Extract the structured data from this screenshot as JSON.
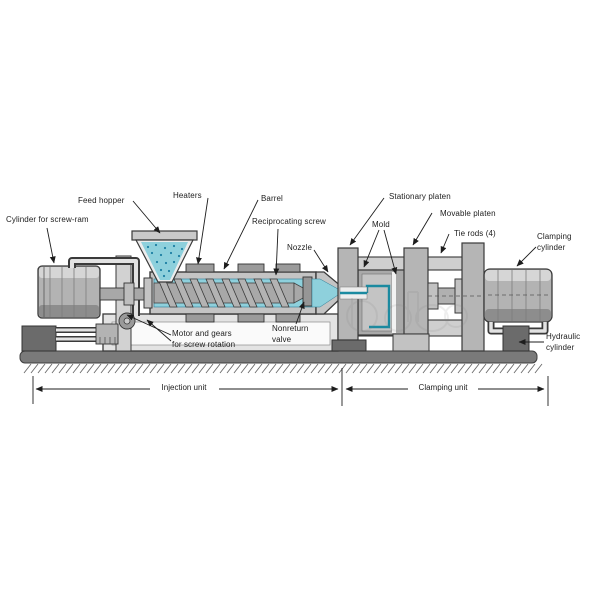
{
  "diagram": {
    "subject": "injection-molding-machine",
    "labels": {
      "cylinder_screw_ram": "Cylinder for screw-ram",
      "feed_hopper": "Feed hopper",
      "heaters": "Heaters",
      "barrel": "Barrel",
      "reciprocating_screw": "Reciprocating screw",
      "nozzle": "Nozzle",
      "stationary_platen": "Stationary platen",
      "mold": "Mold",
      "movable_platen": "Movable platen",
      "tie_rods": "Tie rods (4)",
      "clamping_cylinder": "Clamping\ncylinder",
      "motor_gears": "Motor and gears\nfor screw rotation",
      "nonreturn_valve": "Nonreturn\nvalve",
      "hydraulic_cylinder": "Hydraulic\ncylinder"
    },
    "dimensions": {
      "injection_unit": "Injection unit",
      "clamping_unit": "Clamping unit"
    },
    "colors": {
      "melt_cyan": "#8ed0dc",
      "melt_outline": "#1b8aa0",
      "pellet_dot": "#1d7fa3",
      "metal_light": "#d6d6d6",
      "metal_mid": "#b3b3b3",
      "metal_dark": "#8d8d8d",
      "pedestal_dark": "#6b6b6b",
      "line_outline": "#3a3a3a",
      "background": "#ffffff"
    }
  }
}
